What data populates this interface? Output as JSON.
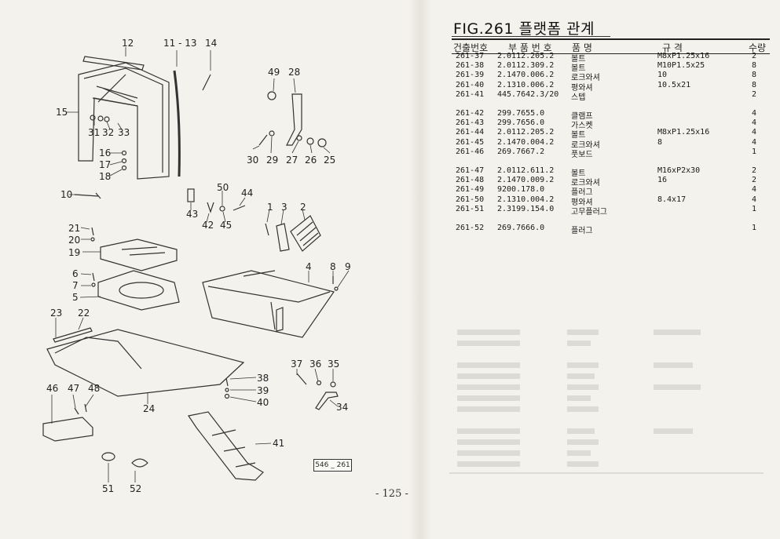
{
  "figure": {
    "title": "FIG.261 플랫폼 관계",
    "code": "546 _ 261",
    "page_number": "- 125 -"
  },
  "table": {
    "headers": [
      "건출번호",
      "부 품 번 호",
      "품     명",
      "규     격",
      "수량"
    ],
    "groups": [
      [
        {
          "ref": "261-37",
          "part": "2.0112.205.2",
          "name": "볼트",
          "spec": "M8xP1.25x16",
          "qty": "2"
        },
        {
          "ref": "261-38",
          "part": "2.0112.309.2",
          "name": "볼트",
          "spec": "M10P1.5x25",
          "qty": "8"
        },
        {
          "ref": "261-39",
          "part": "2.1470.006.2",
          "name": "로크와셔",
          "spec": "10",
          "qty": "8"
        },
        {
          "ref": "261-40",
          "part": "2.1310.006.2",
          "name": "평와셔",
          "spec": "10.5x21",
          "qty": "8"
        },
        {
          "ref": "261-41",
          "part": "445.7642.3/20",
          "name": "스텝",
          "spec": "",
          "qty": "2"
        }
      ],
      [
        {
          "ref": "261-42",
          "part": "299.7655.0",
          "name": "클램프",
          "spec": "",
          "qty": "4"
        },
        {
          "ref": "261-43",
          "part": "299.7656.0",
          "name": "가스켓",
          "spec": "",
          "qty": "4"
        },
        {
          "ref": "261-44",
          "part": "2.0112.205.2",
          "name": "볼트",
          "spec": "M8xP1.25x16",
          "qty": "4"
        },
        {
          "ref": "261-45",
          "part": "2.1470.004.2",
          "name": "로크와셔",
          "spec": "8",
          "qty": "4"
        },
        {
          "ref": "261-46",
          "part": "269.7667.2",
          "name": "풋보드",
          "spec": "",
          "qty": "1"
        }
      ],
      [
        {
          "ref": "261-47",
          "part": "2.0112.611.2",
          "name": "볼트",
          "spec": "M16xP2x30",
          "qty": "2"
        },
        {
          "ref": "261-48",
          "part": "2.1470.009.2",
          "name": "로크와셔",
          "spec": "16",
          "qty": "2"
        },
        {
          "ref": "261-49",
          "part": "9200.178.0",
          "name": "플러그",
          "spec": "",
          "qty": "4"
        },
        {
          "ref": "261-50",
          "part": "2.1310.004.2",
          "name": "평와셔",
          "spec": "8.4x17",
          "qty": "4"
        },
        {
          "ref": "261-51",
          "part": "2.3199.154.0",
          "name": "고무플러그",
          "spec": "",
          "qty": "1"
        }
      ],
      [
        {
          "ref": "261-52",
          "part": "269.7666.0",
          "name": "플러그",
          "spec": "",
          "qty": "1"
        }
      ]
    ]
  },
  "callouts": [
    "12",
    "11 - 13",
    "14",
    "15",
    "31",
    "32",
    "33",
    "49",
    "28",
    "16",
    "17",
    "18",
    "30",
    "29",
    "27",
    "26",
    "25",
    "10",
    "50",
    "44",
    "43",
    "42",
    "45",
    "1",
    "3",
    "2",
    "21",
    "20",
    "19",
    "6",
    "7",
    "5",
    "4",
    "8",
    "9",
    "23",
    "22",
    "37",
    "36",
    "35",
    "38",
    "39",
    "40",
    "34",
    "46",
    "47",
    "48",
    "24",
    "41",
    "51",
    "52"
  ]
}
